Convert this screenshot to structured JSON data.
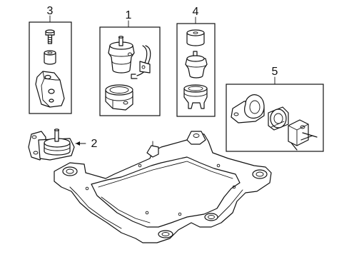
{
  "callouts": {
    "c1": "1",
    "c2": "2",
    "c3": "3",
    "c4": "4",
    "c5": "5"
  },
  "colors": {
    "line": "#111111",
    "background": "#ffffff"
  }
}
